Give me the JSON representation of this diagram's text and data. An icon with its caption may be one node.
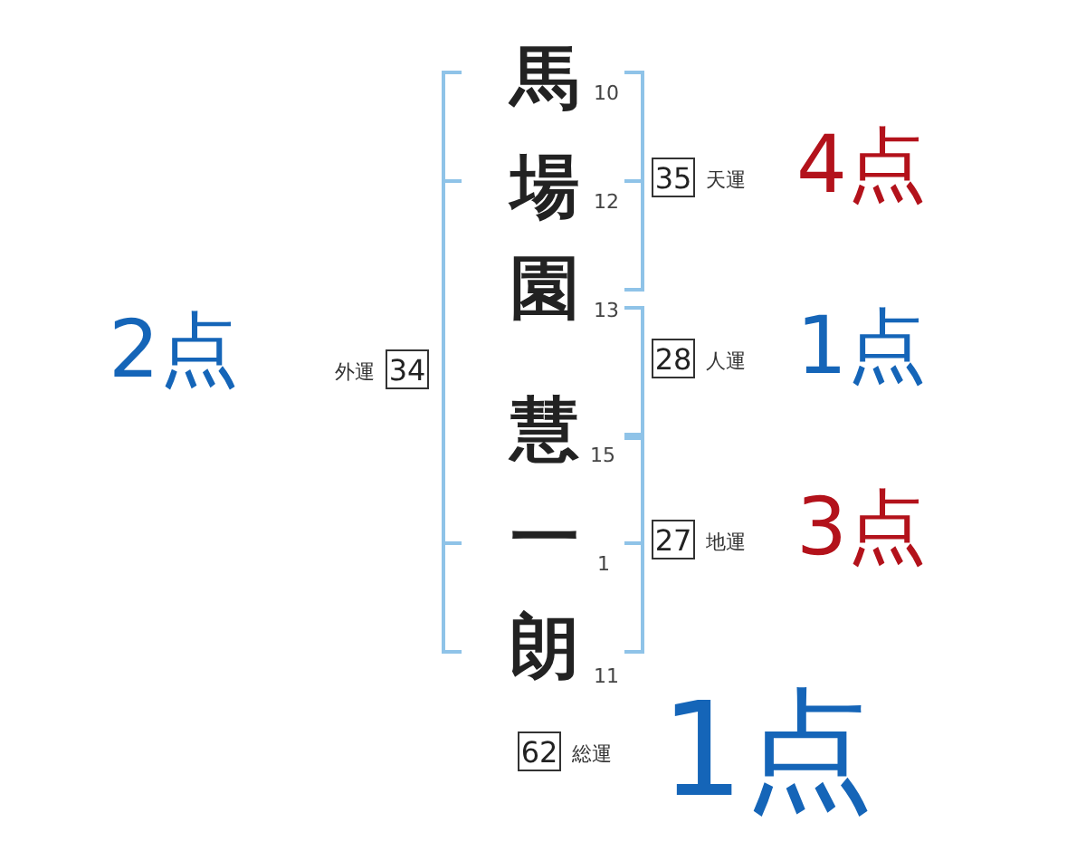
{
  "diagram": {
    "nodes": [
      {
        "text": [
          "34"
        ],
        "beside": [
          "外運"
        ]
      },
      {
        "text": [
          "35"
        ],
        "beside": [
          "天運"
        ]
      },
      {
        "text": [
          "28"
        ],
        "beside": [
          "人運"
        ]
      },
      {
        "text": [
          "27"
        ],
        "beside": [
          "地運"
        ]
      },
      {
        "text": [
          "62"
        ],
        "beside": [
          "総運"
        ]
      }
    ],
    "labels": [
      "馬",
      "10",
      "場",
      "12",
      "4点",
      "2点",
      "園",
      "13",
      "1点",
      "慧",
      "15",
      "一",
      "1",
      "3点",
      "朗",
      "11",
      "1点"
    ]
  }
}
